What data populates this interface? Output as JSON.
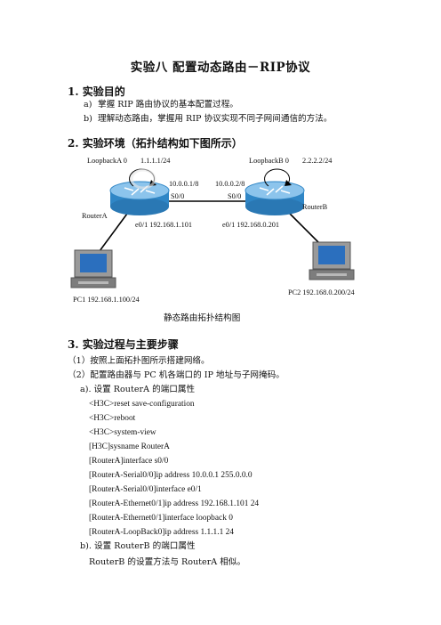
{
  "title": "实验八   配置动态路由－RIP协议",
  "section1": {
    "heading": "1.  实验目的",
    "items": [
      {
        "marker": "a)",
        "text": "掌握 RIP 路由协议的基本配置过程。"
      },
      {
        "marker": "b)",
        "text": "理解动态路由，掌握用 RIP 协议实现不同子网间通信的方法。"
      }
    ]
  },
  "section2": {
    "heading": "2.  实验环境（拓扑结构如下图所示）",
    "diagram": {
      "loopbackA": "LoopbackA 0",
      "loopbackA_ip": "1.1.1.1/24",
      "loopbackB": "LoopbackB 0",
      "loopbackB_ip": "2.2.2.2/24",
      "routerA_serial_ip": "10.0.0.1/8",
      "routerB_serial_ip": "10.0.0.2/8",
      "routerA_serial": "S0/0",
      "routerB_serial": "S0/0",
      "routerA_name": "RouterA",
      "routerB_name": "RouterB",
      "routerA_eth": "e0/1 192.168.1.101",
      "routerB_eth": "e0/1 192.168.0.201",
      "pc1": "PC1    192.168.1.100/24",
      "pc2": "PC2    192.168.0.200/24"
    },
    "caption": "静态路由拓扑结构图"
  },
  "section3": {
    "heading": "3.  实验过程与主要步骤",
    "step1": "（1）按照上面拓扑图所示搭建网络。",
    "step2": "（2）配置路由器与 PC 机各端口的 IP 地址与子网掩码。",
    "sub_a": "a).  设置 RouterA 的端口属性",
    "commands_a": [
      "<H3C>reset save-configuration",
      "<H3C>reboot",
      "<H3C>system-view",
      "[H3C]sysname RouterA",
      "[RouterA]interface s0/0",
      "[RouterA-Serial0/0]ip address 10.0.0.1 255.0.0.0",
      "[RouterA-Serial0/0]interface e0/1",
      "[RouterA-Ethernet0/1]ip address 192.168.1.101 24",
      "[RouterA-Ethernet0/1]interface loopback 0",
      "[RouterA-LoopBack0]ip address 1.1.1.1 24"
    ],
    "sub_b": "b).  设置 RouterB 的端口属性",
    "note_b": "RouterB 的设置方法与   RouterA 相似。"
  },
  "colors": {
    "router_body": "#2f86c6",
    "router_top": "#8cc4ec",
    "pc_body": "#8f8f8f",
    "pc_screen": "#2b6fbe",
    "link": "#000000"
  }
}
